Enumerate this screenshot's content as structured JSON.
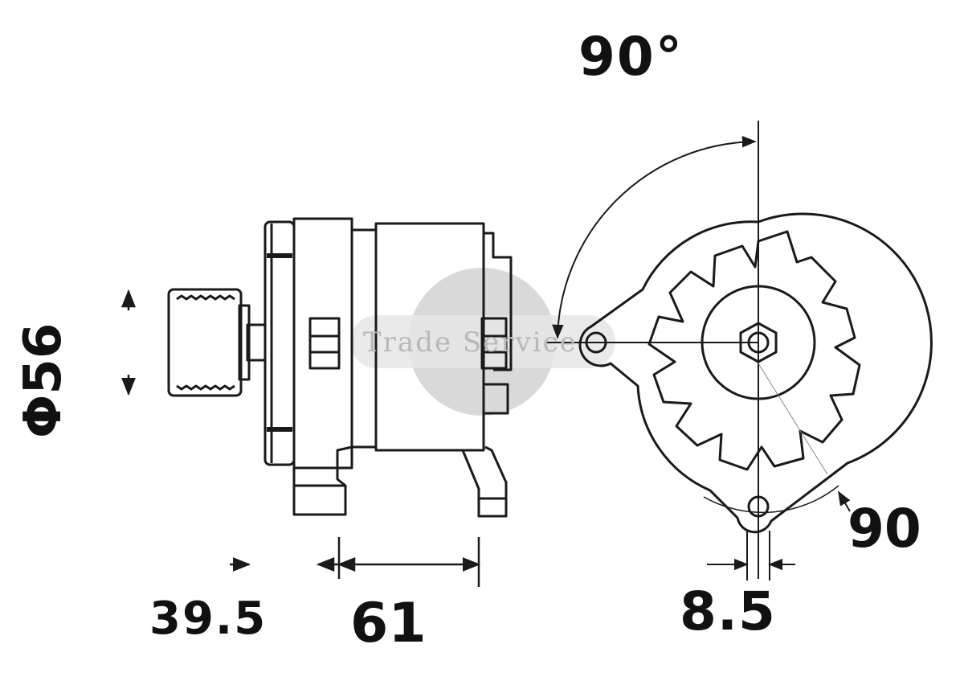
{
  "dimensions": {
    "angle_top": "90°",
    "pulley_diameter": "Φ56",
    "pulley_offset": "39.5",
    "mount_length": "61",
    "slot_width": "8.5",
    "mount_angle": "90"
  },
  "watermark": {
    "text": "Trade Service"
  },
  "colors": {
    "line": "#1a1a1a",
    "watermark": "#d4d4d4",
    "background": "#ffffff"
  }
}
